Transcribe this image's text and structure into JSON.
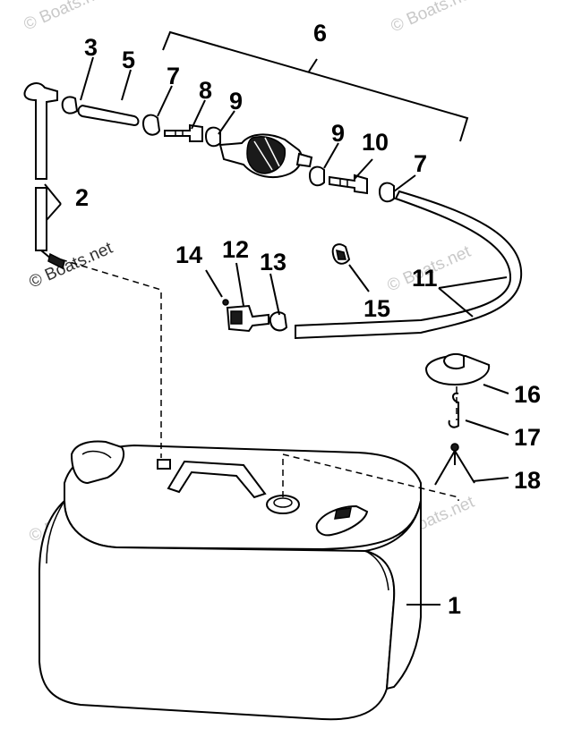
{
  "watermark": "© Boats.net",
  "callouts": {
    "c1": "1",
    "c2": "2",
    "c3": "3",
    "c5": "5",
    "c6": "6",
    "c7a": "7",
    "c7b": "7",
    "c8": "8",
    "c9a": "9",
    "c9b": "9",
    "c10": "10",
    "c11": "11",
    "c12": "12",
    "c13": "13",
    "c14": "14",
    "c15": "15",
    "c16": "16",
    "c17": "17",
    "c18": "18"
  },
  "parts": [
    {
      "callout": "1",
      "name": "fuel-tank"
    },
    {
      "callout": "2",
      "name": "pickup-tube"
    },
    {
      "callout": "3",
      "name": "hose-clamp"
    },
    {
      "callout": "5",
      "name": "fuel-hose-short"
    },
    {
      "callout": "6",
      "name": "primer-bulb-assembly"
    },
    {
      "callout": "7",
      "name": "clamp"
    },
    {
      "callout": "8",
      "name": "check-valve"
    },
    {
      "callout": "9",
      "name": "clamp"
    },
    {
      "callout": "10",
      "name": "check-valve"
    },
    {
      "callout": "11",
      "name": "fuel-hose"
    },
    {
      "callout": "12",
      "name": "connector"
    },
    {
      "callout": "13",
      "name": "clamp"
    },
    {
      "callout": "14",
      "name": "o-ring"
    },
    {
      "callout": "15",
      "name": "clip"
    },
    {
      "callout": "16",
      "name": "filler-cap"
    },
    {
      "callout": "17",
      "name": "hook"
    },
    {
      "callout": "18",
      "name": "retainer"
    }
  ]
}
